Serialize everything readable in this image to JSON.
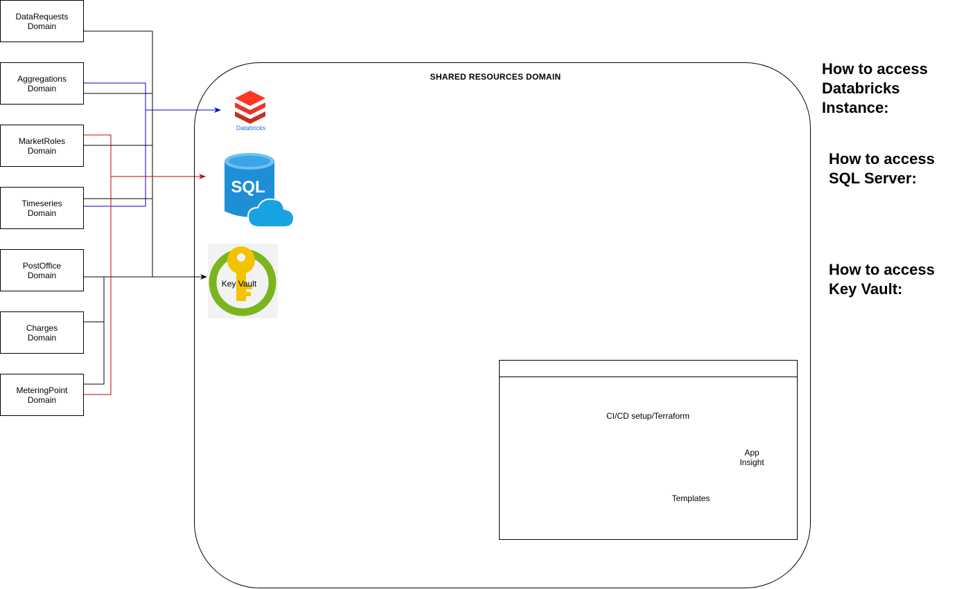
{
  "domains": [
    {
      "label": "DataRequests\nDomain"
    },
    {
      "label": "Aggregations\nDomain"
    },
    {
      "label": "MarketRoles\nDomain"
    },
    {
      "label": "Timeseries\nDomain"
    },
    {
      "label": "PostOffice\nDomain"
    },
    {
      "label": "Charges\nDomain"
    },
    {
      "label": "MeteringPoint\nDomain"
    }
  ],
  "shared": {
    "title": "SHARED RESOURCES DOMAIN",
    "databricks_label": "Databricks",
    "sql_label": "SQL",
    "keyvault_label": "Key Vault",
    "pipeline_label": "CI/CD setup/Terraform",
    "templates_label": "Templates",
    "appinsight_label": "App\nInsight"
  },
  "notes": {
    "databricks": "How to access\nDatabricks\nInstance:",
    "sql": "How to access\nSQL Server:",
    "keyvault": "How to access\nKey Vault:"
  },
  "colors": {
    "databricks_link": "#0000cc",
    "sql_link": "#cc0000",
    "keyvault_link": "#000000",
    "databricks_brand": "#e8362a",
    "sql_brand": "#1e8fd6",
    "keyvault_ring": "#7ab51d",
    "keyvault_key": "#f3c200",
    "appinsight_bolt": "#f5b800",
    "appinsight_brackets": "#2e9be0"
  }
}
